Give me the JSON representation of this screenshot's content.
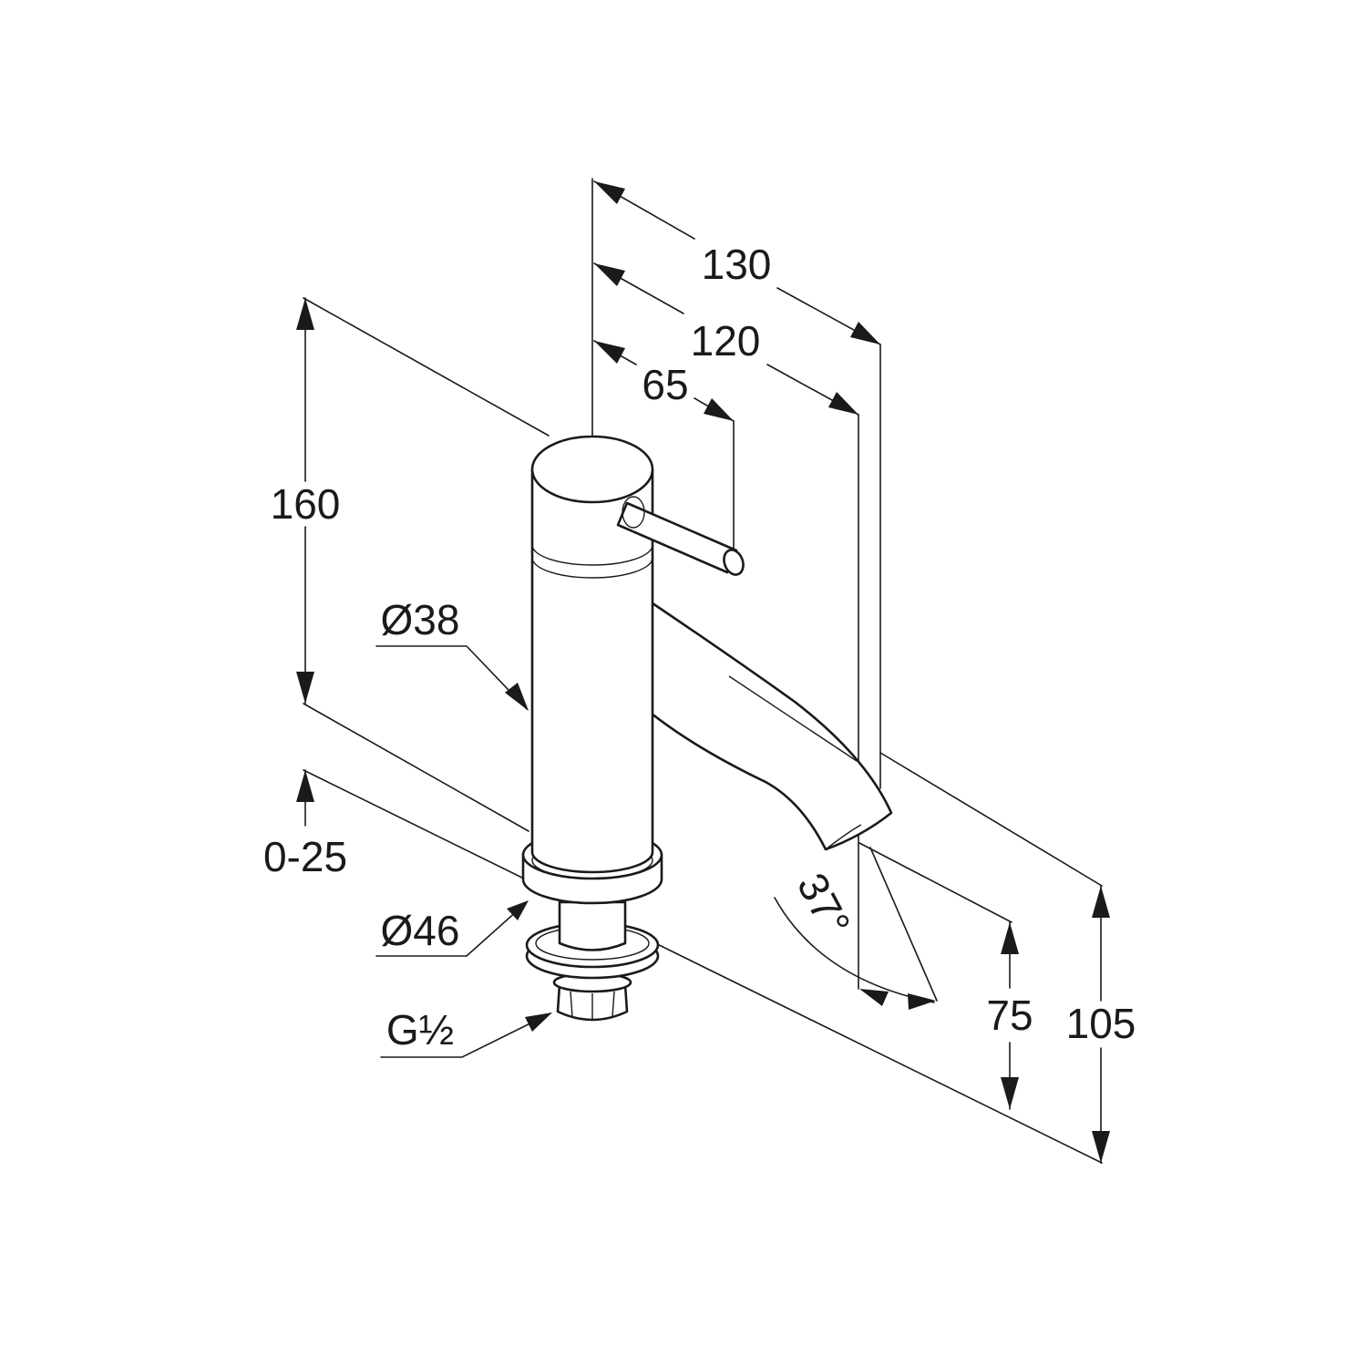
{
  "colors": {
    "ink": "#1a1a1a",
    "hidden": "#a9a9a9",
    "background": "#ffffff"
  },
  "dimensions": {
    "depth_total": "130",
    "depth_spout": "120",
    "depth_lever": "65",
    "height_total": "160",
    "body_diameter": "Ø38",
    "adjust_range": "0-25",
    "flange_diameter": "Ø46",
    "thread": "G½",
    "spout_angle": "37°",
    "spout_height": "75",
    "spout_height_total": "105"
  }
}
